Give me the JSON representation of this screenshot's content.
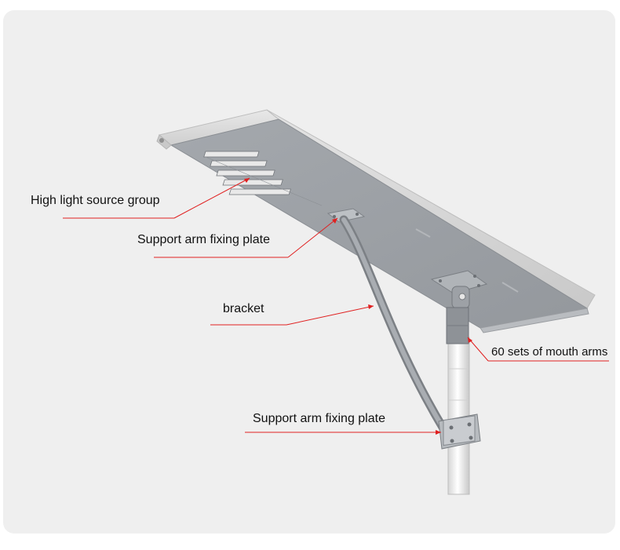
{
  "labels": {
    "light_source": "High light source group",
    "fixing_plate_top": "Support arm fixing plate",
    "bracket": "bracket",
    "mouth_arms": "60 sets of mouth arms",
    "fixing_plate_bottom": "Support arm fixing plate"
  },
  "colors": {
    "panel_bg": "#efefef",
    "leader_line": "#e02020",
    "housing_light": "#dcdcdc",
    "housing_dark": "#9a9ea3",
    "pole": "#f4f4f4",
    "metal": "#8e9297"
  }
}
